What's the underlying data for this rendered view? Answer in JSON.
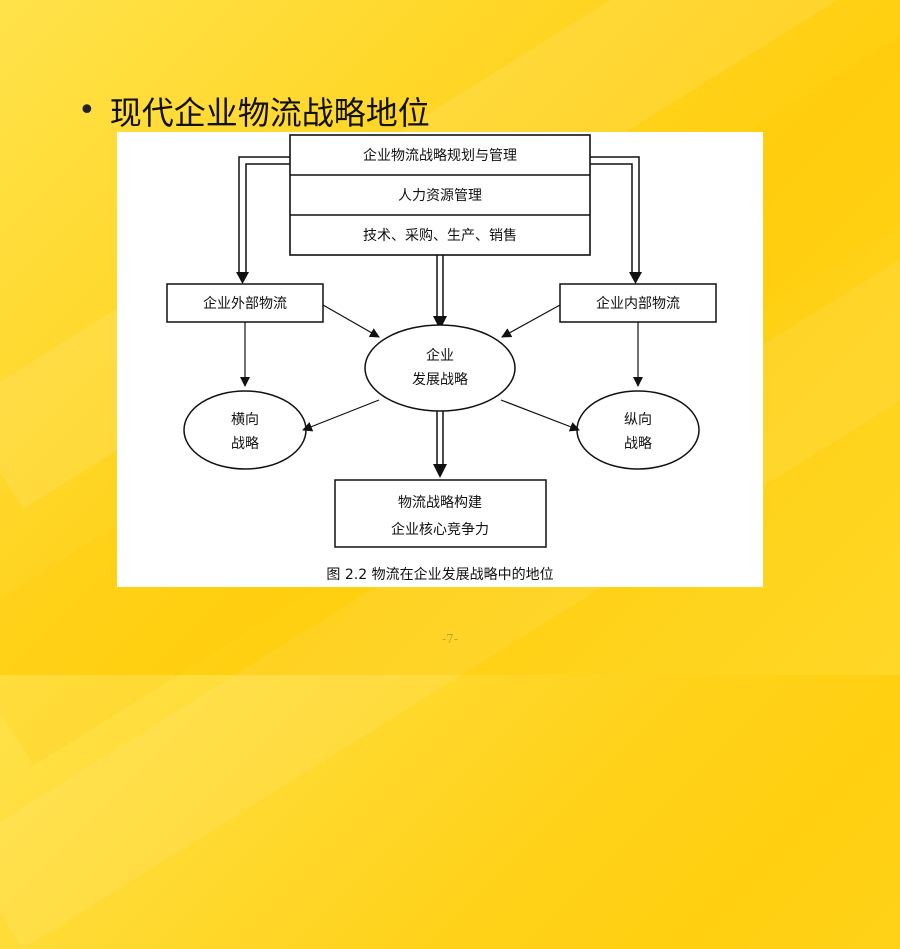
{
  "slide": {
    "bullet": "•",
    "title": "现代企业物流战略地位",
    "page_number": "-7-"
  },
  "diagram": {
    "top_stack": [
      "企业物流战略规划与管理",
      "人力资源管理",
      "技术、采购、生产、销售"
    ],
    "left_box": "企业外部物流",
    "right_box": "企业内部物流",
    "center_ellipse": [
      "企业",
      "发展战略"
    ],
    "left_ellipse": [
      "横向",
      "战略"
    ],
    "right_ellipse": [
      "纵向",
      "战略"
    ],
    "bottom_box": [
      "物流战略构建",
      "企业核心竞争力"
    ],
    "caption": "图 2.2  物流在企业发展战略中的地位"
  }
}
